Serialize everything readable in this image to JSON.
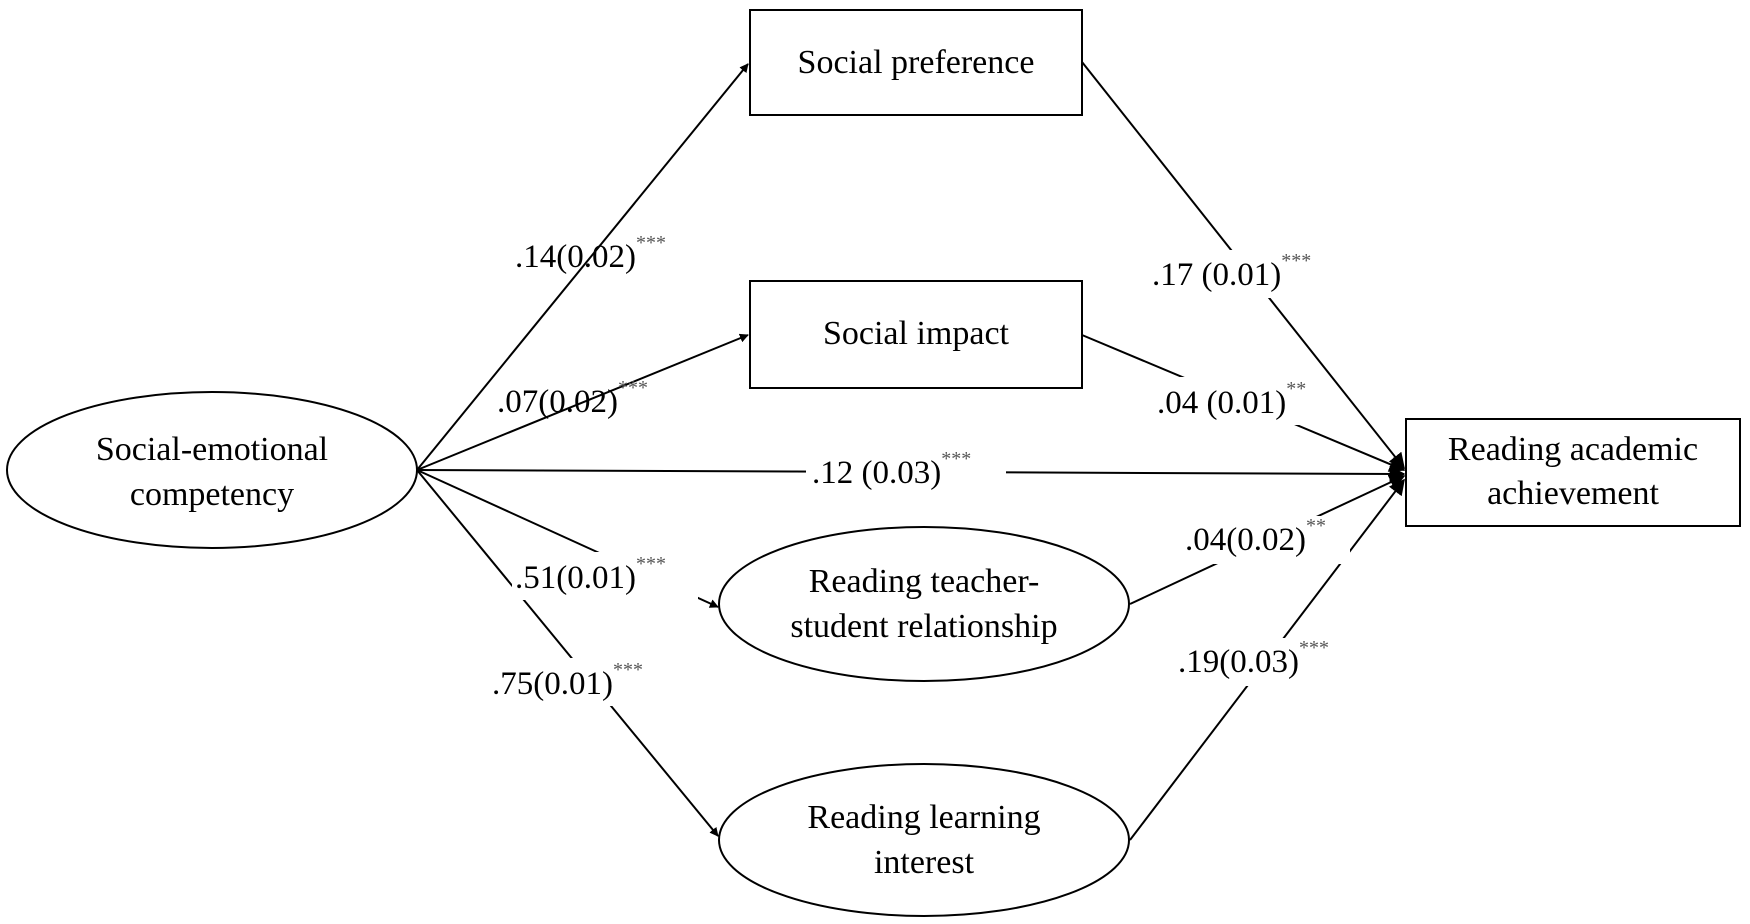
{
  "nodes": {
    "sec": {
      "line1": "Social-emotional",
      "line2": "competency"
    },
    "social_preference": {
      "label": "Social preference"
    },
    "social_impact": {
      "label": "Social impact"
    },
    "teacher_student": {
      "line1": "Reading teacher-",
      "line2": "student relationship"
    },
    "learning_interest": {
      "line1": "Reading learning",
      "line2": "interest"
    },
    "achievement": {
      "line1": "Reading academic",
      "line2": "achievement"
    }
  },
  "paths": {
    "sec_to_preference": {
      "coef": ".14(0.02)",
      "sig": "***"
    },
    "sec_to_impact": {
      "coef": ".07(0.02)",
      "sig": "***"
    },
    "sec_to_achievement": {
      "coef": ".12 (0.03)",
      "sig": "***"
    },
    "sec_to_teacher": {
      "coef": ".51(0.01)",
      "sig": "***"
    },
    "sec_to_interest": {
      "coef": ".75(0.01)",
      "sig": "***"
    },
    "preference_to_achievement": {
      "coef": ".17 (0.01)",
      "sig": "***"
    },
    "impact_to_achievement": {
      "coef": ".04 (0.01)",
      "sig": "**"
    },
    "teacher_to_achievement": {
      "coef": ".04(0.02)",
      "sig": "**"
    },
    "interest_to_achievement": {
      "coef": ".19(0.03)",
      "sig": "***"
    }
  }
}
